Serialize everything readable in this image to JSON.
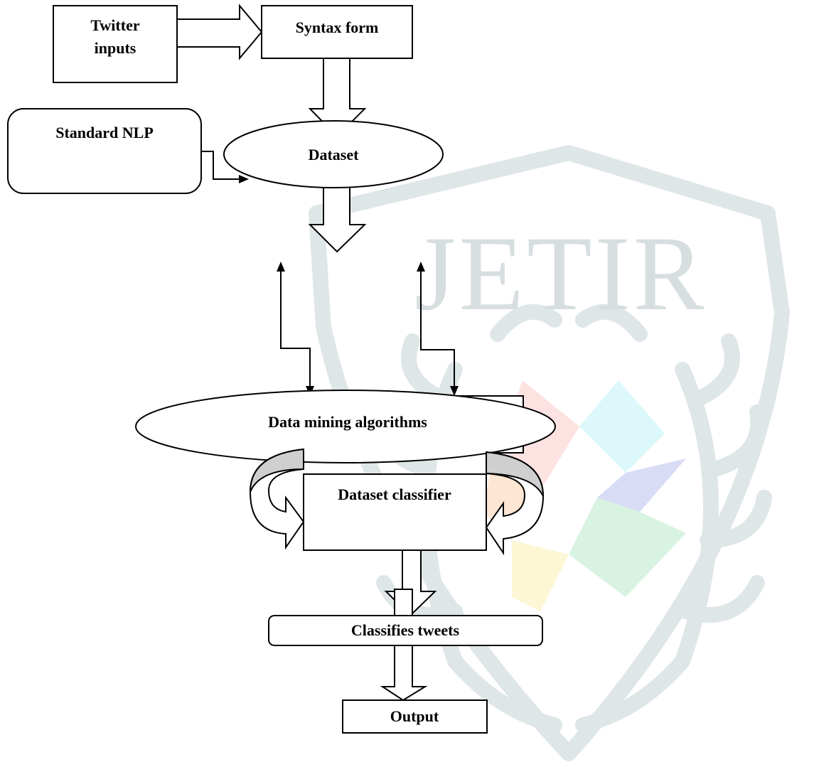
{
  "watermark": {
    "text": "JETIR",
    "colors": {
      "shield": "#dfe6e8",
      "petal_red": "#fde2e2",
      "petal_cyan": "#dcf8fb",
      "petal_blue": "#d9dcf5",
      "petal_green": "#d9f3e3",
      "petal_yellow": "#fdf7d6",
      "petal_orange": "#fde6d2"
    }
  },
  "nodes": {
    "twitter_inputs": {
      "line1": "Twitter",
      "line2": "inputs"
    },
    "syntax_form": "Syntax form",
    "standard_nlp": "Standard NLP",
    "dataset": "Dataset",
    "data_mining": "Data mining algorithms",
    "dataset_classifier": "Dataset classifier",
    "classifies_tweets": "Classifies tweets",
    "output": "Output"
  }
}
